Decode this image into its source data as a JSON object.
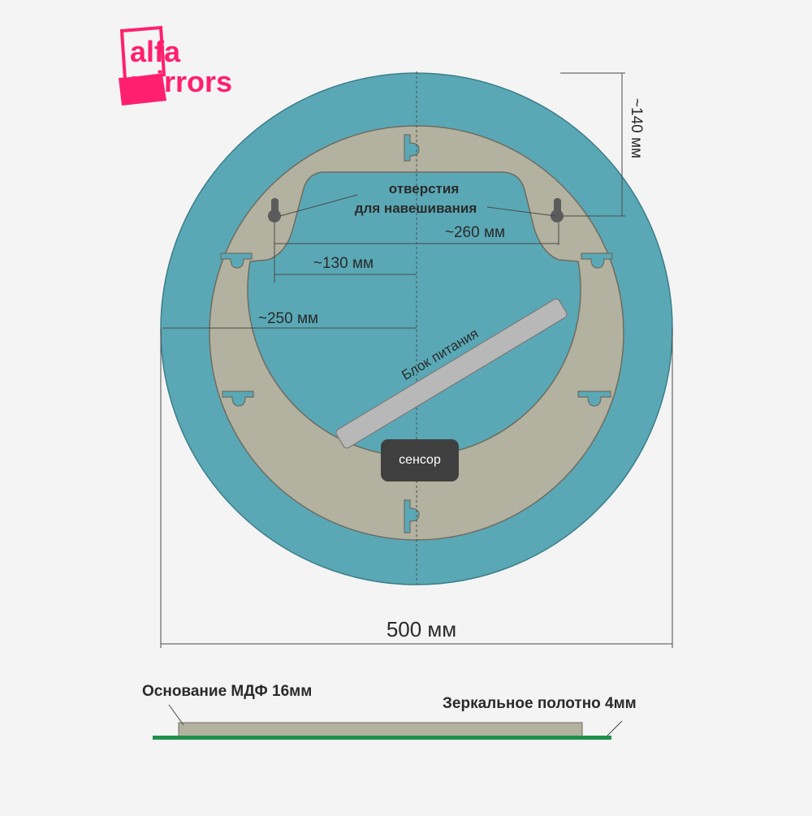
{
  "logo": {
    "line1": "alfa",
    "line2": "mirrors",
    "color": "#ff1f6e"
  },
  "labels": {
    "holes_line1": "отверстия",
    "holes_line2": "для навешивания",
    "dim_260": "~260 мм",
    "dim_130": "~130 мм",
    "dim_250": "~250 мм",
    "dim_140": "~140 мм",
    "dim_500": "500 мм",
    "power_unit": "Блок питания",
    "sensor": "сенсор",
    "base": "Основание МДФ 16мм",
    "mirror": "Зеркальное полотно 4мм"
  },
  "colors": {
    "mirror": "#5aa8b6",
    "frame": "#b3b19f",
    "sensor": "#3f3f3f",
    "power_unit": "#b8b8b8",
    "mirror_edge": "#1f8f4a"
  }
}
